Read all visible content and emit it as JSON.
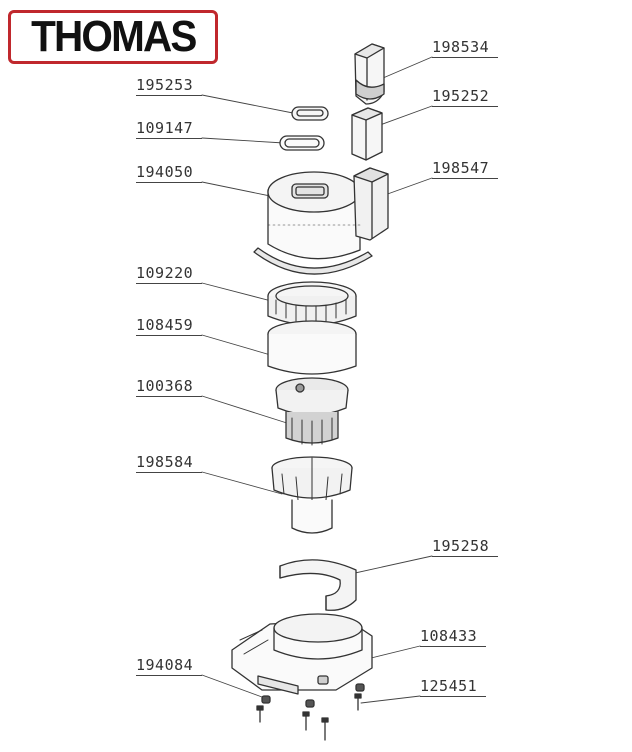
{
  "brand": {
    "logo_text": "THOMAS",
    "accent": "#c0282d"
  },
  "parts": [
    {
      "id": "198534"
    },
    {
      "id": "195253"
    },
    {
      "id": "195252"
    },
    {
      "id": "109147"
    },
    {
      "id": "194050"
    },
    {
      "id": "198547"
    },
    {
      "id": "109220"
    },
    {
      "id": "108459"
    },
    {
      "id": "100368"
    },
    {
      "id": "198584"
    },
    {
      "id": "195258"
    },
    {
      "id": "108433"
    },
    {
      "id": "194084"
    },
    {
      "id": "125451"
    }
  ],
  "colors": {
    "line": "#333333",
    "shade": "#d6d6d6",
    "light": "#f2f2f2"
  }
}
